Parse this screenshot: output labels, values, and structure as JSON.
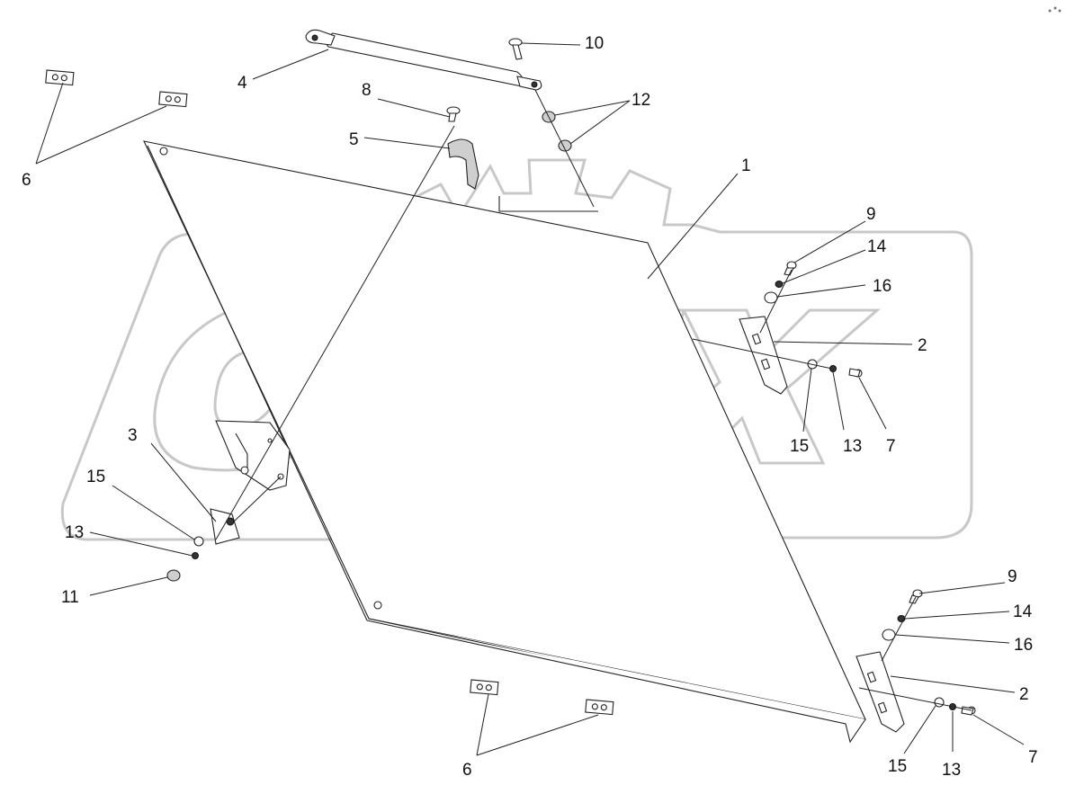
{
  "watermark": {
    "text": "OPEX",
    "color": "#c8c8c8"
  },
  "callouts": [
    {
      "id": "c1",
      "label": "1"
    },
    {
      "id": "c2a",
      "label": "2"
    },
    {
      "id": "c2b",
      "label": "2"
    },
    {
      "id": "c3",
      "label": "3"
    },
    {
      "id": "c4",
      "label": "4"
    },
    {
      "id": "c5",
      "label": "5"
    },
    {
      "id": "c6a",
      "label": "6"
    },
    {
      "id": "c6b",
      "label": "6"
    },
    {
      "id": "c7a",
      "label": "7"
    },
    {
      "id": "c7b",
      "label": "7"
    },
    {
      "id": "c8",
      "label": "8"
    },
    {
      "id": "c9a",
      "label": "9"
    },
    {
      "id": "c9b",
      "label": "9"
    },
    {
      "id": "c10",
      "label": "10"
    },
    {
      "id": "c11",
      "label": "11"
    },
    {
      "id": "c12",
      "label": "12"
    },
    {
      "id": "c13a",
      "label": "13"
    },
    {
      "id": "c13b",
      "label": "13"
    },
    {
      "id": "c13c",
      "label": "13"
    },
    {
      "id": "c14a",
      "label": "14"
    },
    {
      "id": "c14b",
      "label": "14"
    },
    {
      "id": "c15a",
      "label": "15"
    },
    {
      "id": "c15b",
      "label": "15"
    },
    {
      "id": "c15c",
      "label": "15"
    },
    {
      "id": "c16a",
      "label": "16"
    },
    {
      "id": "c16b",
      "label": "16"
    }
  ]
}
